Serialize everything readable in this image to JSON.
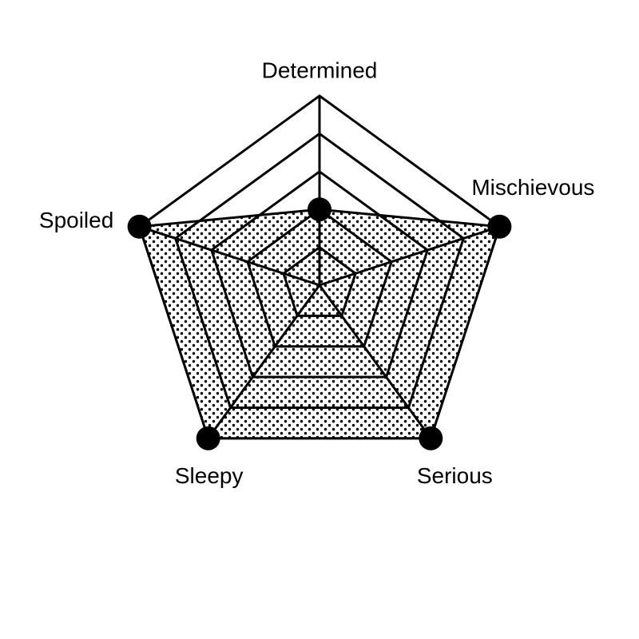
{
  "chart_data": {
    "type": "radar",
    "title": "",
    "axes": [
      "Determined",
      "Mischievous",
      "Serious",
      "Sleepy",
      "Spoiled"
    ],
    "series": [
      {
        "values": [
          0.4,
          1.0,
          1.0,
          1.0,
          1.0
        ]
      }
    ],
    "range": [
      0,
      1
    ],
    "grid_levels": 5,
    "grid": true,
    "legend": "none",
    "colors": {
      "line": "#000000",
      "fill_pattern": "dots",
      "background": "#ffffff"
    }
  }
}
